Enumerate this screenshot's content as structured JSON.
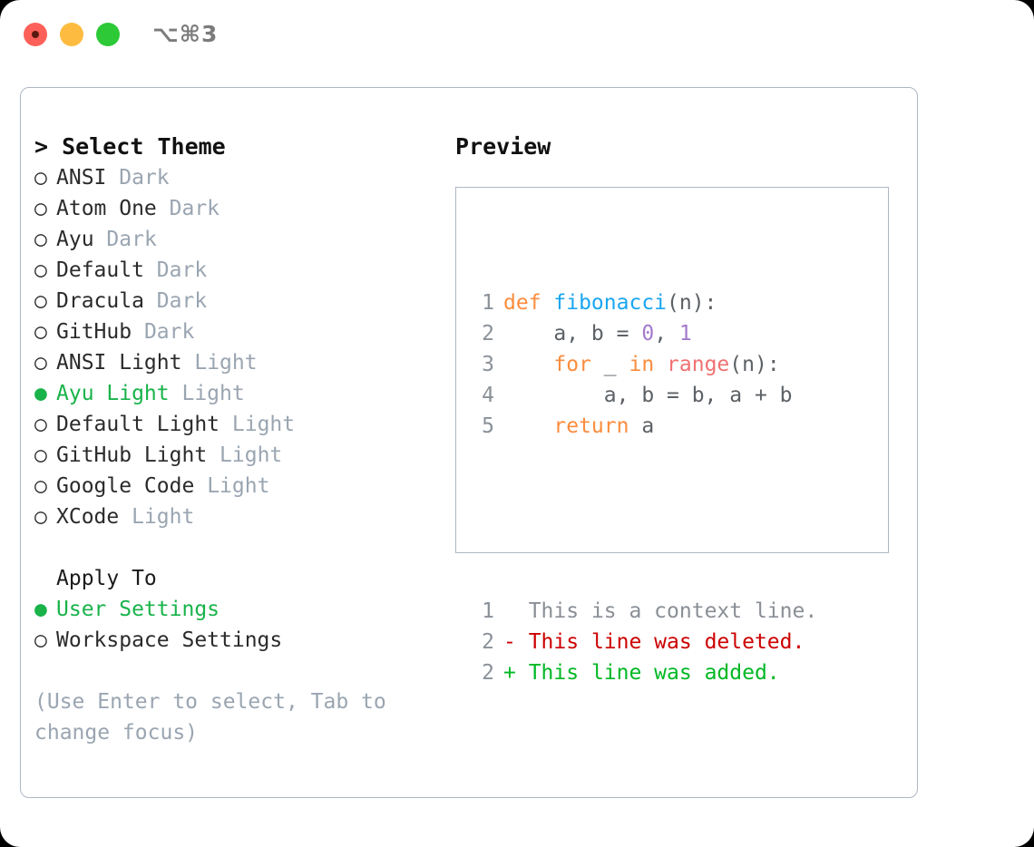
{
  "window": {
    "shortcut": "⌥⌘3",
    "traffic_lights": [
      {
        "name": "close",
        "color": "#fc6058"
      },
      {
        "name": "minimize",
        "color": "#fdbc40"
      },
      {
        "name": "maximize",
        "color": "#2dc937"
      }
    ]
  },
  "left": {
    "header": "> Select Theme",
    "themes": [
      {
        "marker": "○",
        "name": "ANSI",
        "variant": "Dark",
        "selected": false
      },
      {
        "marker": "○",
        "name": "Atom One",
        "variant": "Dark",
        "selected": false
      },
      {
        "marker": "○",
        "name": "Ayu",
        "variant": "Dark",
        "selected": false
      },
      {
        "marker": "○",
        "name": "Default",
        "variant": "Dark",
        "selected": false
      },
      {
        "marker": "○",
        "name": "Dracula",
        "variant": "Dark",
        "selected": false
      },
      {
        "marker": "○",
        "name": "GitHub",
        "variant": "Dark",
        "selected": false
      },
      {
        "marker": "○",
        "name": "ANSI Light",
        "variant": "Light",
        "selected": false
      },
      {
        "marker": "●",
        "name": "Ayu Light",
        "variant": "Light",
        "selected": true
      },
      {
        "marker": "○",
        "name": "Default Light",
        "variant": "Light",
        "selected": false
      },
      {
        "marker": "○",
        "name": "GitHub Light",
        "variant": "Light",
        "selected": false
      },
      {
        "marker": "○",
        "name": "Google Code",
        "variant": "Light",
        "selected": false
      },
      {
        "marker": "○",
        "name": "XCode",
        "variant": "Light",
        "selected": false
      }
    ],
    "apply_to_header": "Apply To",
    "apply_to": [
      {
        "marker": "●",
        "label": "User Settings",
        "selected": true
      },
      {
        "marker": "○",
        "label": "Workspace Settings",
        "selected": false
      }
    ],
    "hint": "(Use Enter to select, Tab to change focus)"
  },
  "right": {
    "title": "Preview",
    "code_lines": [
      {
        "num": "1",
        "tokens": [
          {
            "t": "def ",
            "c": "kw"
          },
          {
            "t": "fibonacci",
            "c": "fn"
          },
          {
            "t": "(n):",
            "c": "punct"
          }
        ]
      },
      {
        "num": "2",
        "tokens": [
          {
            "t": "    a, b = ",
            "c": "plain"
          },
          {
            "t": "0",
            "c": "num"
          },
          {
            "t": ", ",
            "c": "plain"
          },
          {
            "t": "1",
            "c": "num"
          }
        ]
      },
      {
        "num": "3",
        "tokens": [
          {
            "t": "    ",
            "c": "plain"
          },
          {
            "t": "for",
            "c": "kw"
          },
          {
            "t": " _ ",
            "c": "plain"
          },
          {
            "t": "in",
            "c": "kw"
          },
          {
            "t": " ",
            "c": "plain"
          },
          {
            "t": "range",
            "c": "call"
          },
          {
            "t": "(n):",
            "c": "punct"
          }
        ]
      },
      {
        "num": "4",
        "tokens": [
          {
            "t": "        a, b = b, a + b",
            "c": "plain"
          }
        ]
      },
      {
        "num": "5",
        "tokens": [
          {
            "t": "    ",
            "c": "plain"
          },
          {
            "t": "return",
            "c": "kw"
          },
          {
            "t": " a",
            "c": "plain"
          }
        ]
      }
    ],
    "diff_lines": [
      {
        "num": "1",
        "sign": " ",
        "text": " This is a context line.",
        "kind": "ctx"
      },
      {
        "num": "2",
        "sign": "-",
        "text": " This line was deleted.",
        "kind": "del"
      },
      {
        "num": "2",
        "sign": "+",
        "text": " This line was added.",
        "kind": "add"
      }
    ]
  },
  "colors": {
    "accent_green": "#19b34a",
    "muted": "#9aa5b1",
    "border": "#aeb7c4",
    "kw_orange": "#fa8d3e",
    "fn_blue": "#1aa6f0",
    "num_purple": "#a37acc",
    "call_red": "#f07171",
    "diff_del": "#cc0000",
    "diff_add": "#00b824"
  }
}
